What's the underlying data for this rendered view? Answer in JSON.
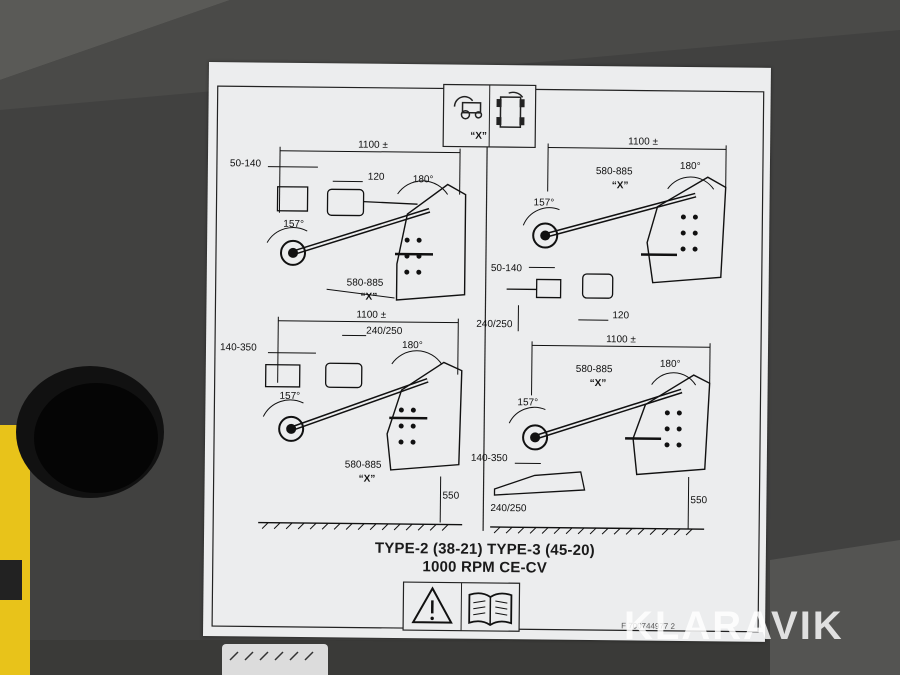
{
  "label": {
    "title_line_1": "TYPE-2 (38-21) TYPE-3 (45-20)",
    "title_line_2": "1000 RPM CE-CV",
    "top_symbol_caption": "“X”",
    "part_number": "F 700744977 2"
  },
  "diagrams": {
    "top_left": {
      "overall": "1100 ±",
      "offset": "50-140",
      "length": "120",
      "angle_top": "180°",
      "angle_joint": "157°",
      "shaft": "580-885",
      "shaft_mark": "“X”"
    },
    "top_right": {
      "overall": "1100 ±",
      "shaft": "580-885",
      "shaft_mark": "“X”",
      "angle_top": "180°",
      "angle_joint": "157°",
      "offset": "50-140",
      "drawbar": "240/250",
      "length": "120"
    },
    "bottom_left": {
      "overall": "1100 ±",
      "offset": "140-350",
      "drawbar": "240/250",
      "angle_top": "180°",
      "angle_joint": "157°",
      "shaft": "580-885",
      "shaft_mark": "“X”",
      "height": "550"
    },
    "bottom_right": {
      "overall": "1100 ±",
      "shaft": "580-885",
      "shaft_mark": "“X”",
      "angle_top": "180°",
      "angle_joint": "157°",
      "offset": "140-350",
      "drawbar": "240/250",
      "height": "550"
    }
  },
  "icons": [
    "tractor-rotation-icon",
    "warning-triangle-icon",
    "manual-book-icon"
  ],
  "watermark": "KLARAVIK",
  "colors": {
    "machine_panel": "#3f3f3d",
    "label_paper": "#ecedee",
    "ink": "#111111",
    "warning_yellow": "#e8c31a"
  }
}
